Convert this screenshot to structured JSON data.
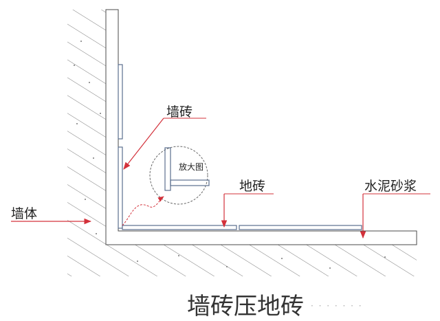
{
  "labels": {
    "wall_tile": "墙砖",
    "wall": "墙体",
    "floor_tile": "地砖",
    "cement_mortar": "水泥砂浆",
    "zoom": "放大图"
  },
  "title": "墙砖压地砖",
  "watermark": "· · · · · · ·",
  "colors": {
    "hatch": "#6a6a6a",
    "outline": "#4a4a4a",
    "arrow": "#d3303a",
    "tile_stroke": "#5b6f8e",
    "leader": "#d3303a"
  }
}
